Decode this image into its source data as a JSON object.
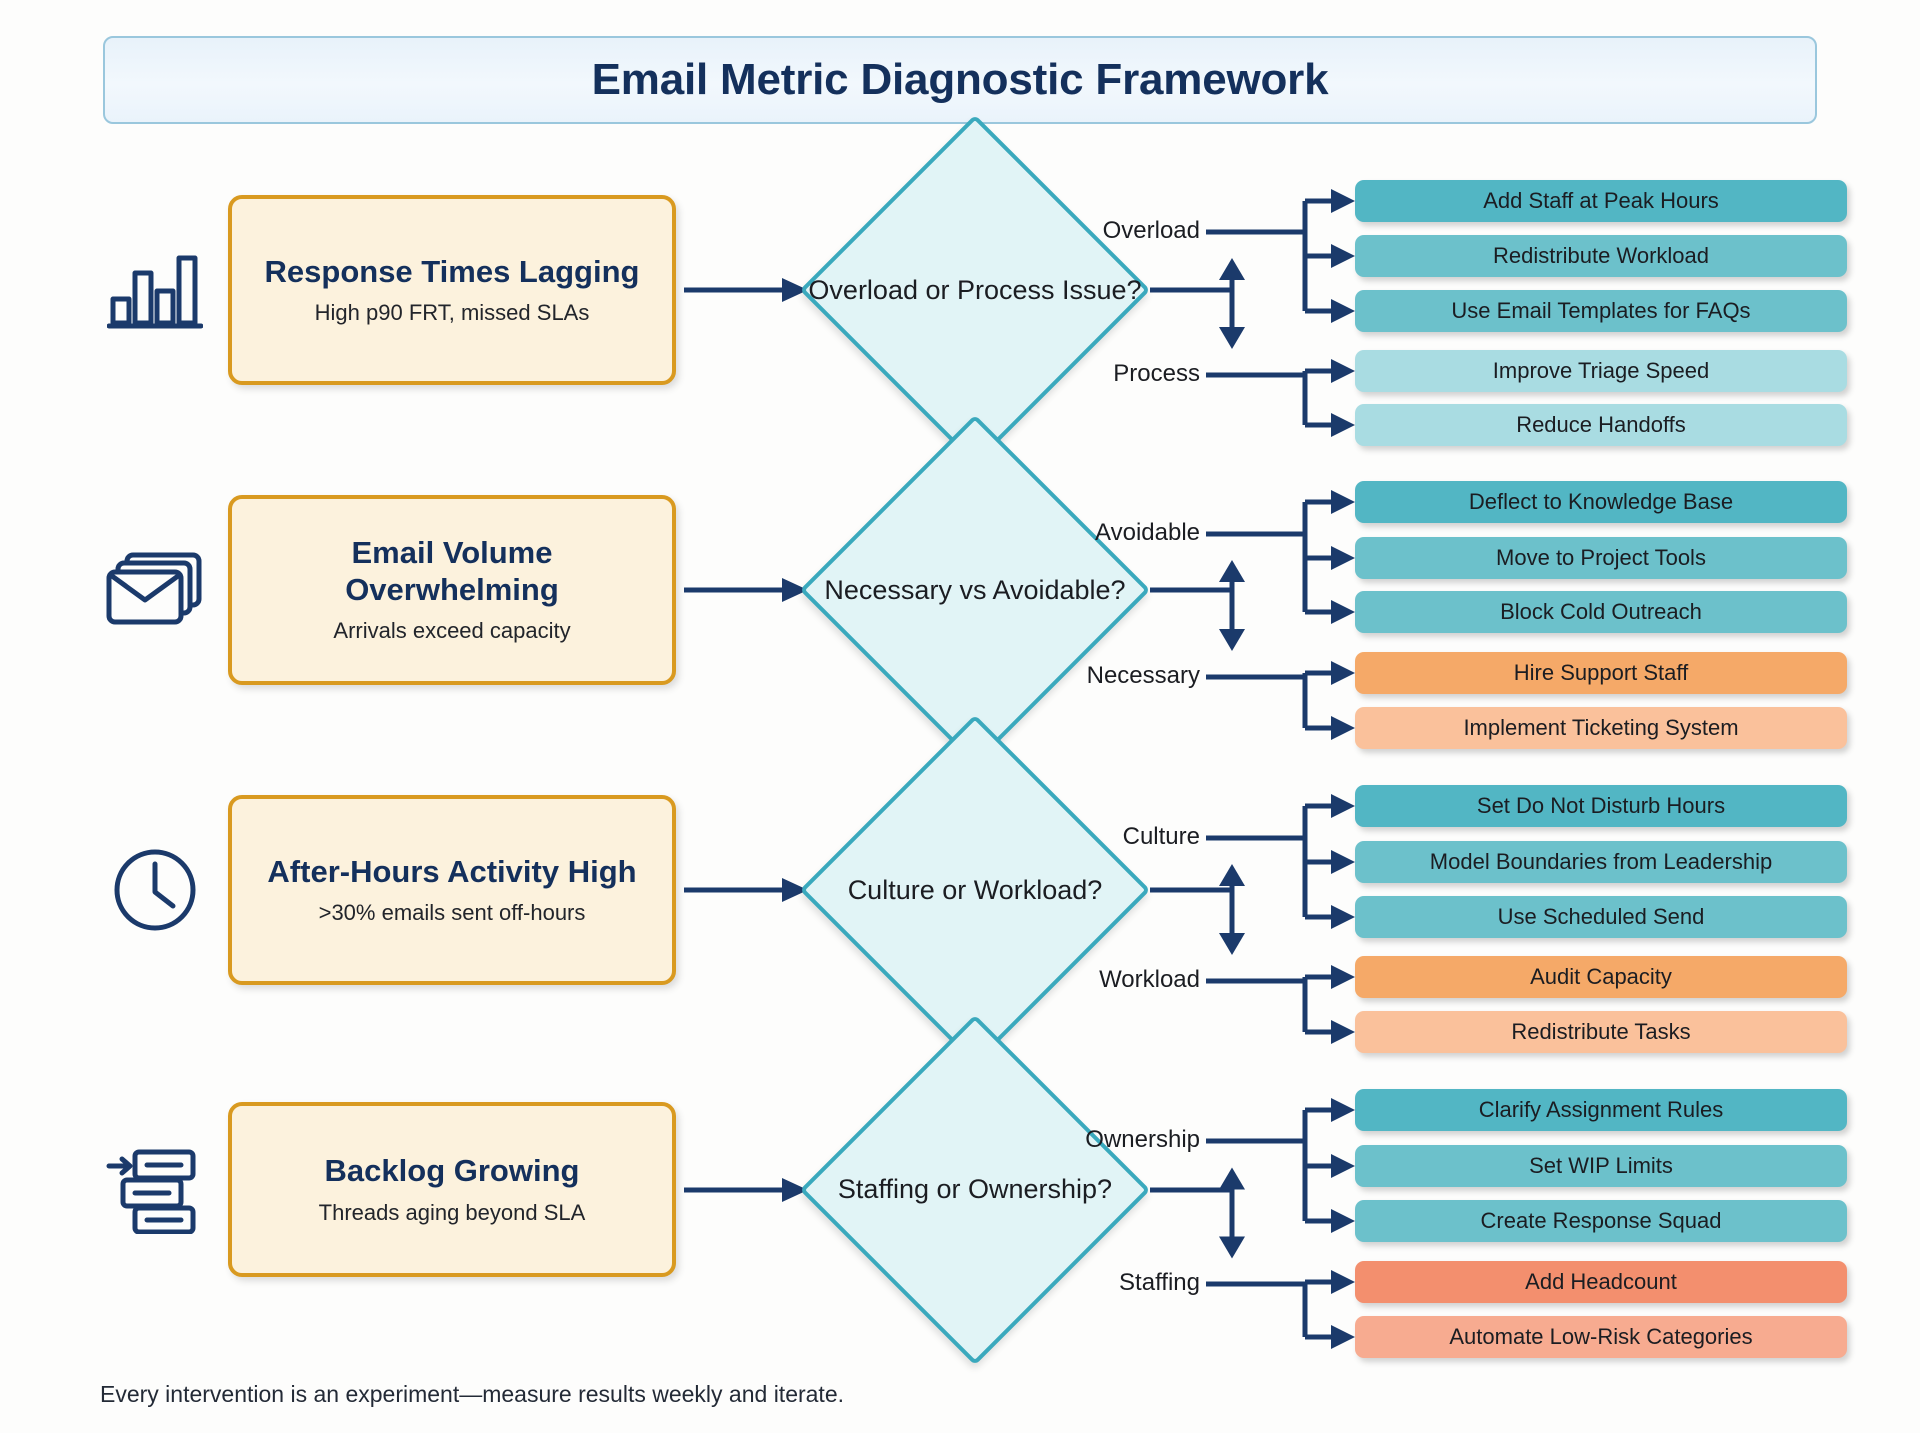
{
  "header": {
    "title": "Email Metric Diagnostic Framework"
  },
  "footer": {
    "note": "Every intervention is an experiment—measure results weekly and iterate."
  },
  "colors": {
    "title_text": "#14305c",
    "banner_border": "#9ac7dd",
    "card_border": "#d99a20",
    "card_fill": "#fcf2dd",
    "diamond_border": "#3aa9bd",
    "diamond_fill": "#e1f4f6",
    "connector": "#1b3a6b",
    "teal_dark": "#52b6c4",
    "teal_mid": "#6cc1cb",
    "teal_light": "#a9dce2",
    "orange": "#f5a968",
    "orange_light": "#fac19b",
    "coral": "#f38f6e",
    "coral_light": "#f7ab90"
  },
  "rows": [
    {
      "icon": "bar-chart-icon",
      "problem": {
        "title": "Response Times Lagging",
        "subtitle": "High p90 FRT, missed SLAs"
      },
      "decision": "Overload or Process Issue?",
      "branches": [
        {
          "label": "Overload",
          "actions": [
            "Add Staff at Peak Hours",
            "Redistribute Workload",
            "Use Email Templates for FAQs"
          ]
        },
        {
          "label": "Process",
          "actions": [
            "Improve Triage Speed",
            "Reduce Handoffs"
          ]
        }
      ]
    },
    {
      "icon": "envelopes-icon",
      "problem": {
        "title": "Email Volume Overwhelming",
        "subtitle": "Arrivals exceed capacity"
      },
      "decision": "Necessary vs Avoidable?",
      "branches": [
        {
          "label": "Avoidable",
          "actions": [
            "Deflect to Knowledge Base",
            "Move to Project Tools",
            "Block Cold Outreach"
          ]
        },
        {
          "label": "Necessary",
          "actions": [
            "Hire Support Staff",
            "Implement Ticketing System"
          ]
        }
      ]
    },
    {
      "icon": "clock-icon",
      "problem": {
        "title": "After-Hours Activity High",
        "subtitle": ">30% emails sent off-hours"
      },
      "decision": "Culture or Workload?",
      "branches": [
        {
          "label": "Culture",
          "actions": [
            "Set Do Not Disturb Hours",
            "Model Boundaries from Leadership",
            "Use Scheduled Send"
          ]
        },
        {
          "label": "Workload",
          "actions": [
            "Audit Capacity",
            "Redistribute Tasks"
          ]
        }
      ]
    },
    {
      "icon": "backlog-stack-icon",
      "problem": {
        "title": "Backlog Growing",
        "subtitle": "Threads aging beyond SLA"
      },
      "decision": "Staffing or Ownership?",
      "branches": [
        {
          "label": "Ownership",
          "actions": [
            "Clarify Assignment Rules",
            "Set WIP Limits",
            "Create Response Squad"
          ]
        },
        {
          "label": "Staffing",
          "actions": [
            "Add Headcount",
            "Automate Low-Risk Categories"
          ]
        }
      ]
    }
  ]
}
